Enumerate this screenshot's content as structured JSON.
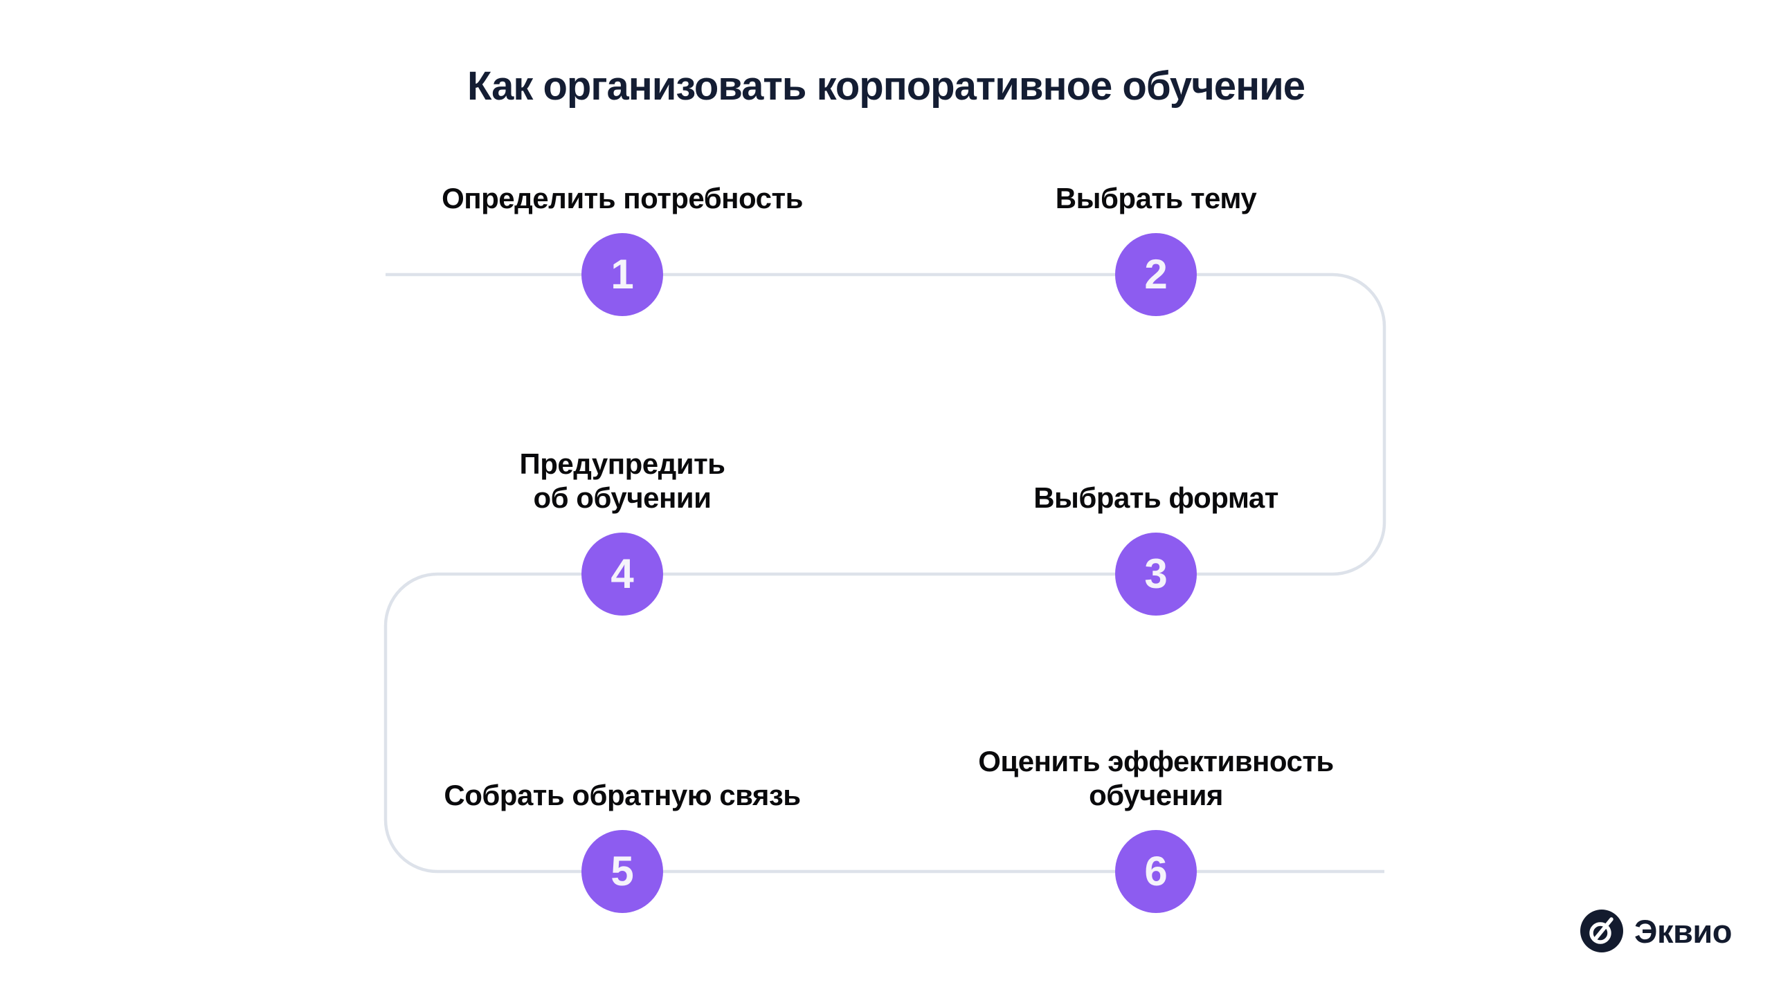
{
  "title": "Как организовать корпоративное обучение",
  "steps": [
    {
      "number": "1",
      "label": "Определить потребность"
    },
    {
      "number": "2",
      "label": "Выбрать тему"
    },
    {
      "number": "3",
      "label": "Выбрать формат"
    },
    {
      "number": "4",
      "label": "Предупредить\nоб обучении"
    },
    {
      "number": "5",
      "label": "Собрать обратную связь"
    },
    {
      "number": "6",
      "label": "Оценить эффективность\nобучения"
    }
  ],
  "logo": {
    "text": "Эквио"
  },
  "colors": {
    "accent_purple": "#8d5cf0",
    "line_gray": "#dde2ea",
    "title_navy": "#141d33",
    "label_black": "#0a0a0c",
    "logo_navy": "#131b2e",
    "number_white": "#f5f3fb",
    "background": "#ffffff"
  }
}
